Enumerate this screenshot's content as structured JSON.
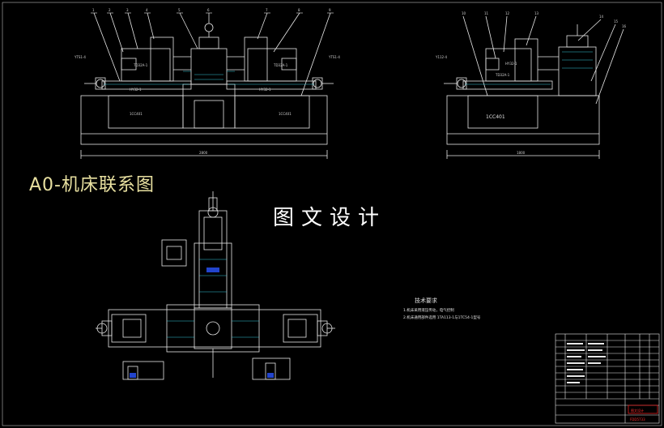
{
  "drawing_title": "A0-机床联系图",
  "watermark": "图文设计",
  "left_view": {
    "callouts": [
      "1",
      "2",
      "3",
      "4",
      "5",
      "6",
      "7",
      "8",
      "9"
    ],
    "labels": {
      "left_motor": "YTS1-4",
      "right_motor": "YTS1-4",
      "left_head": "TD32A-1",
      "right_head": "TD32A-1",
      "left_slide": "HY32-1",
      "right_slide": "HY32-1",
      "left_base": "1CC401",
      "right_base": "1CC401"
    },
    "dimension": "2800"
  },
  "right_view": {
    "callouts": [
      "10",
      "11",
      "12",
      "13",
      "14",
      "15",
      "16"
    ],
    "labels": {
      "motor": "Y112-4",
      "head": "TD32A-1",
      "slide": "HY32-1",
      "base": "1CC401"
    },
    "dimension": "1800"
  },
  "tech_requirements": {
    "title": "技术要求",
    "lines": [
      "1.机床采用液压传动，电气控制",
      "2.机床通用部件选用 1TA113-1与1TC54-1型号"
    ]
  },
  "title_block": {
    "company": "图文设计",
    "drawing_no": "FDD5733"
  }
}
